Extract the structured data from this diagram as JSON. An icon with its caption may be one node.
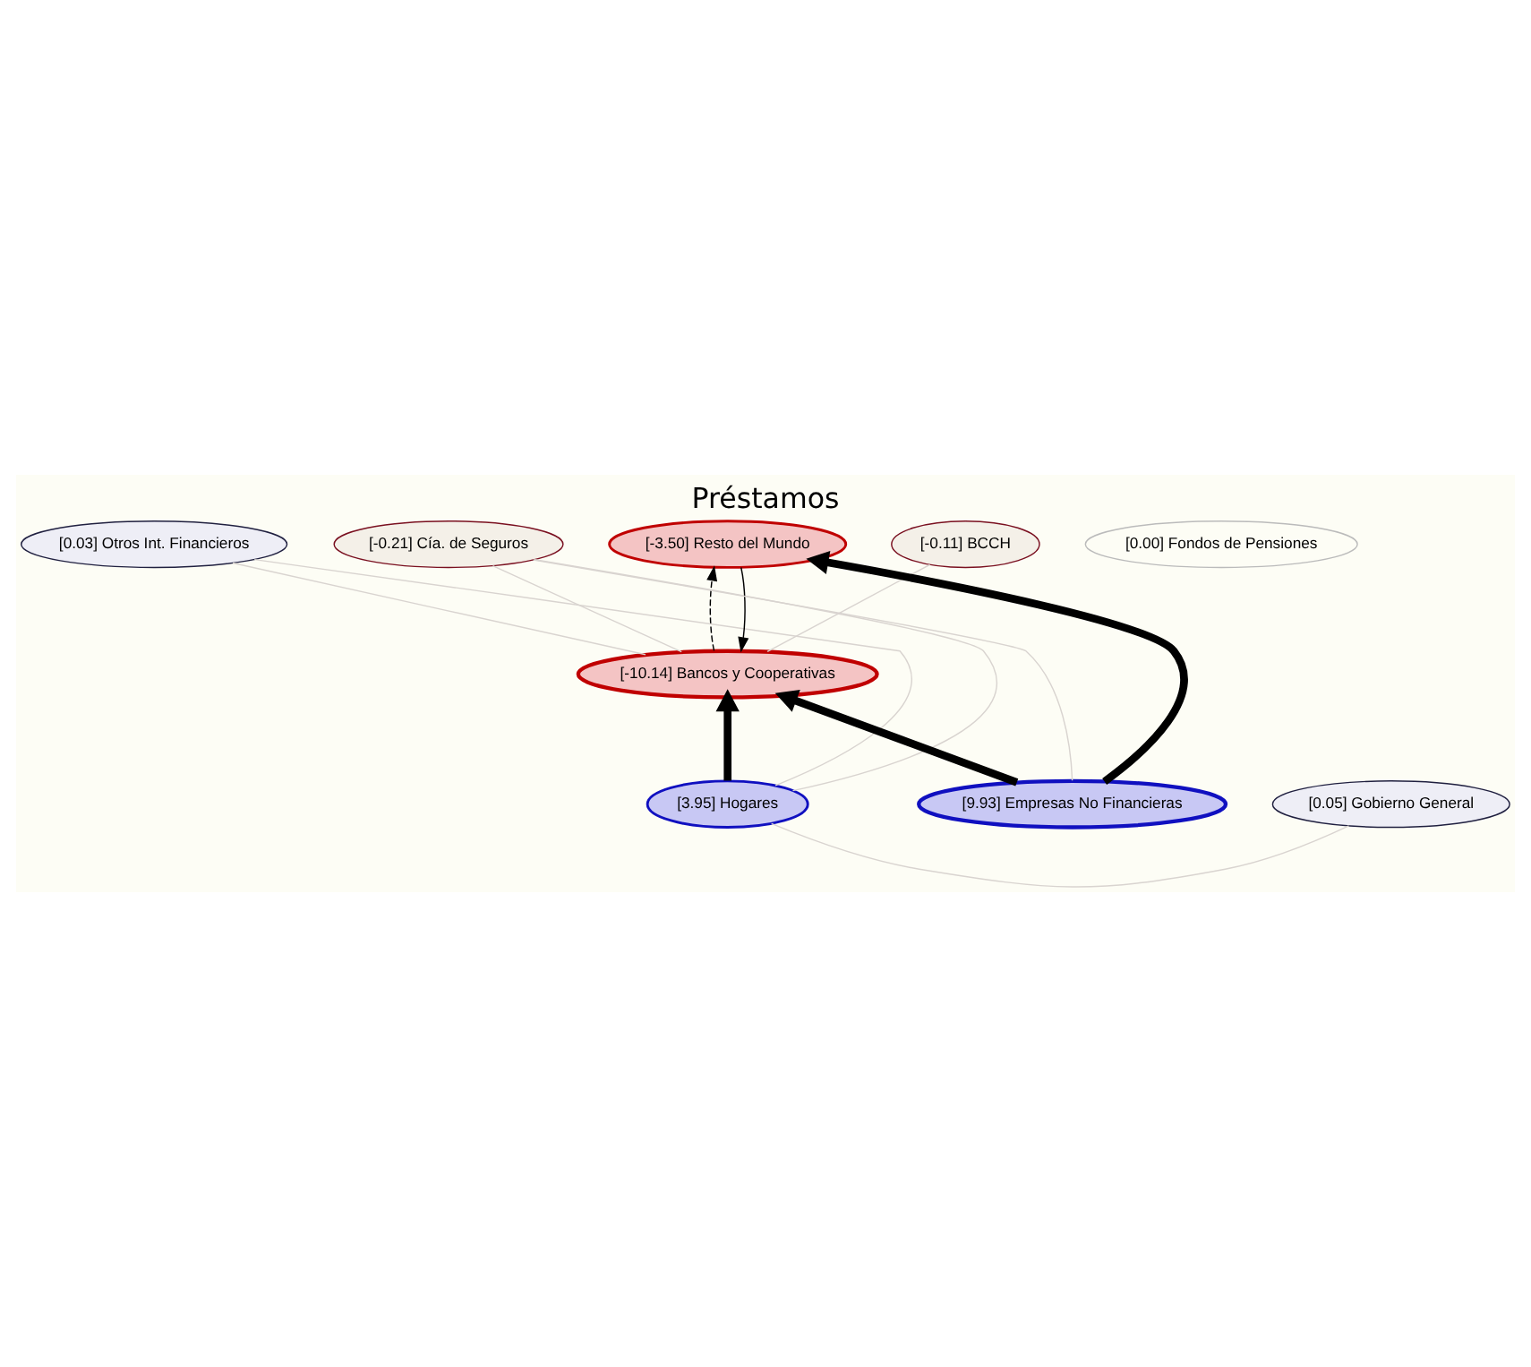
{
  "diagram": {
    "title": "Préstamos",
    "nodes": [
      {
        "text": [
          "[-10.14] Bancos y Cooperativas"
        ]
      },
      {
        "text": [
          "[-0.11] BCCH"
        ]
      },
      {
        "text": [
          "[0.03] Otros Int. Financieros"
        ]
      },
      {
        "text": [
          "[0.00] Fondos de Pensiones"
        ]
      },
      {
        "text": [
          "[-0.21] Cía. de Seguros"
        ]
      },
      {
        "text": [
          "[3.95] Hogares"
        ]
      },
      {
        "text": [
          "[-3.50] Resto del Mundo"
        ]
      },
      {
        "text": [
          "[9.93] Empresas No Financieras"
        ]
      },
      {
        "text": [
          "[0.05] Gobierno General"
        ]
      }
    ],
    "edges": [
      {
        "from": 5,
        "to": 0,
        "arrow": "to",
        "style": "thick",
        "color": "#000000"
      },
      {
        "from": 7,
        "to": 0,
        "arrow": "to",
        "style": "thick",
        "color": "#000000"
      },
      {
        "from": 7,
        "to": 6,
        "arrow": "to",
        "style": "thick",
        "color": "#000000"
      },
      {
        "from": 6,
        "to": 0,
        "arrow": "to",
        "color": "#000000"
      },
      {
        "from": 0,
        "to": 6,
        "arrow": "to",
        "style": "dashed",
        "color": "#000000"
      },
      {
        "from": 1,
        "to": 0,
        "arrow": "none"
      },
      {
        "from": 0,
        "to": 2,
        "arrow": "none"
      },
      {
        "from": 0,
        "to": 4,
        "arrow": "none"
      },
      {
        "from": 5,
        "to": 2,
        "arrow": "none"
      },
      {
        "from": 5,
        "to": 4,
        "arrow": "none"
      },
      {
        "from": 7,
        "to": 4,
        "arrow": "none"
      },
      {
        "from": 5,
        "to": 8,
        "arrow": "none"
      }
    ]
  }
}
